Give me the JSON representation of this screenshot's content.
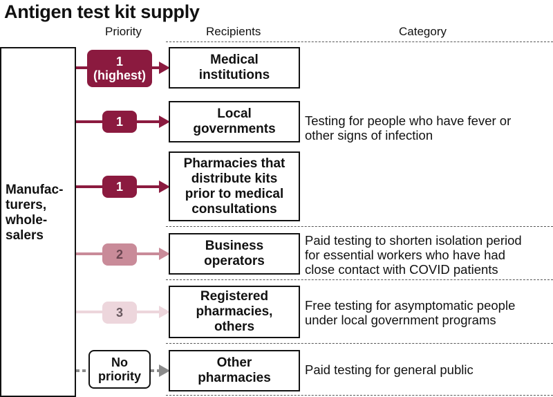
{
  "title": "Antigen test kit supply",
  "headers": {
    "priority": "Priority",
    "recipients": "Recipients",
    "category": "Category"
  },
  "source": "Manufac-\nturers,\nwhole-\nsalers",
  "colors": {
    "priority_1": "#8b1a3f",
    "priority_2": "#c98b99",
    "priority_3": "#edd6dc",
    "no_priority": "#8a8a8a"
  },
  "rows": [
    {
      "priority": "1\n(highest)",
      "recipient": "Medical\ninstitutions"
    },
    {
      "priority": "1",
      "recipient": "Local\ngovernments"
    },
    {
      "priority": "1",
      "recipient": "Pharmacies that\ndistribute kits\nprior to medical\nconsultations"
    },
    {
      "priority": "2",
      "recipient": "Business\noperators"
    },
    {
      "priority": "3",
      "recipient": "Registered\npharmacies,\nothers"
    },
    {
      "priority": "No\npriority",
      "recipient": "Other\npharmacies"
    }
  ],
  "categories": [
    "Testing for people who have fever or\nother signs of infection",
    "Paid testing to shorten isolation period\nfor essential workers who have had\nclose contact with COVID patients",
    "Free testing for asymptomatic people\nunder local government programs",
    "Paid testing for general public"
  ]
}
